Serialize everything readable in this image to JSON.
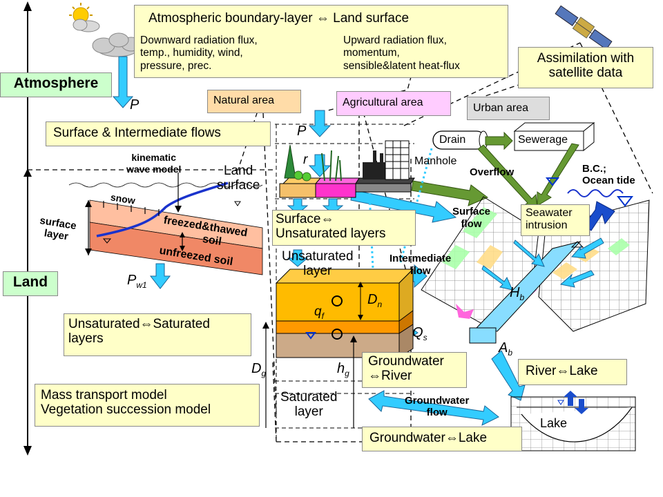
{
  "sections": {
    "atmosphere": "Atmosphere",
    "land": "Land"
  },
  "top_box": {
    "title": "Atmospheric boundary-layer ⇔ Land surface",
    "down_text": [
      "Downward radiation flux,",
      "temp., humidity, wind,",
      "pressure, prec."
    ],
    "up_text": [
      "Upward radiation flux,",
      "momentum,",
      "sensible&latent heat-flux"
    ]
  },
  "assimilation": [
    "Assimilation with",
    "satellite data"
  ],
  "surface_flows": "Surface & Intermediate flows",
  "symbols": {
    "P": "P",
    "Pw1": "P",
    "Pw1_sub": "w1",
    "r": "r",
    "Dn": "D",
    "Dn_sub": "n",
    "qf": "q",
    "qf_sub": "f",
    "Qs": "Q",
    "Qs_sub": "s",
    "Dg": "D",
    "Dg_sub": "g",
    "hg": "h",
    "hg_sub": "g",
    "Hb": "H",
    "Hb_sub": "b",
    "Ab": "A",
    "Ab_sub": "b"
  },
  "areas": {
    "natural": "Natural area",
    "agricultural": "Agricultural area",
    "urban": "Urban area"
  },
  "urban": {
    "drain": "Drain",
    "sewerage": "Sewerage",
    "manhole": "Manhole",
    "overflow": "Overflow"
  },
  "bc": [
    "B.C.;",
    "Ocean tide"
  ],
  "seawater": [
    "Seawater",
    "intrusion"
  ],
  "snow_panel": {
    "kinematic": [
      "kinematic",
      "wave model"
    ],
    "snow": "snow",
    "surface_layer": [
      "surface",
      "layer"
    ],
    "freezed": "freezed&thawed",
    "soil": "soil",
    "unfreezed": "unfreezed soil"
  },
  "land_surface": [
    "Land",
    "surface"
  ],
  "surf_unsat": [
    "Surface⇔",
    "Unsaturated layers"
  ],
  "unsat_layer": [
    "Unsaturated",
    "layer"
  ],
  "intermediate_flow": [
    "Intermediate",
    "flow"
  ],
  "surface_flow": [
    "Surface",
    "flow"
  ],
  "unsat_sat": [
    "Unsaturated⇔Saturated",
    "layers"
  ],
  "gw_river": [
    "Groundwater",
    "⇔River"
  ],
  "river_lake": "River⇔Lake",
  "mass_transport": [
    "Mass transport model",
    "Vegetation succession model"
  ],
  "saturated_layer": [
    "Saturated",
    "layer"
  ],
  "gw_flow": [
    "Groundwater",
    "flow"
  ],
  "gw_lake": "Groundwater⇔Lake",
  "lake": "Lake",
  "colors": {
    "label_bg": "#ffffc8",
    "side_bg": "#ccffcc",
    "arrow_blue": "#33ccff",
    "arrow_green": "#669933",
    "orange": "#ff9933",
    "soil_orange": "#ff9966",
    "magenta": "#ff33cc",
    "gold": "#ffcc00"
  }
}
